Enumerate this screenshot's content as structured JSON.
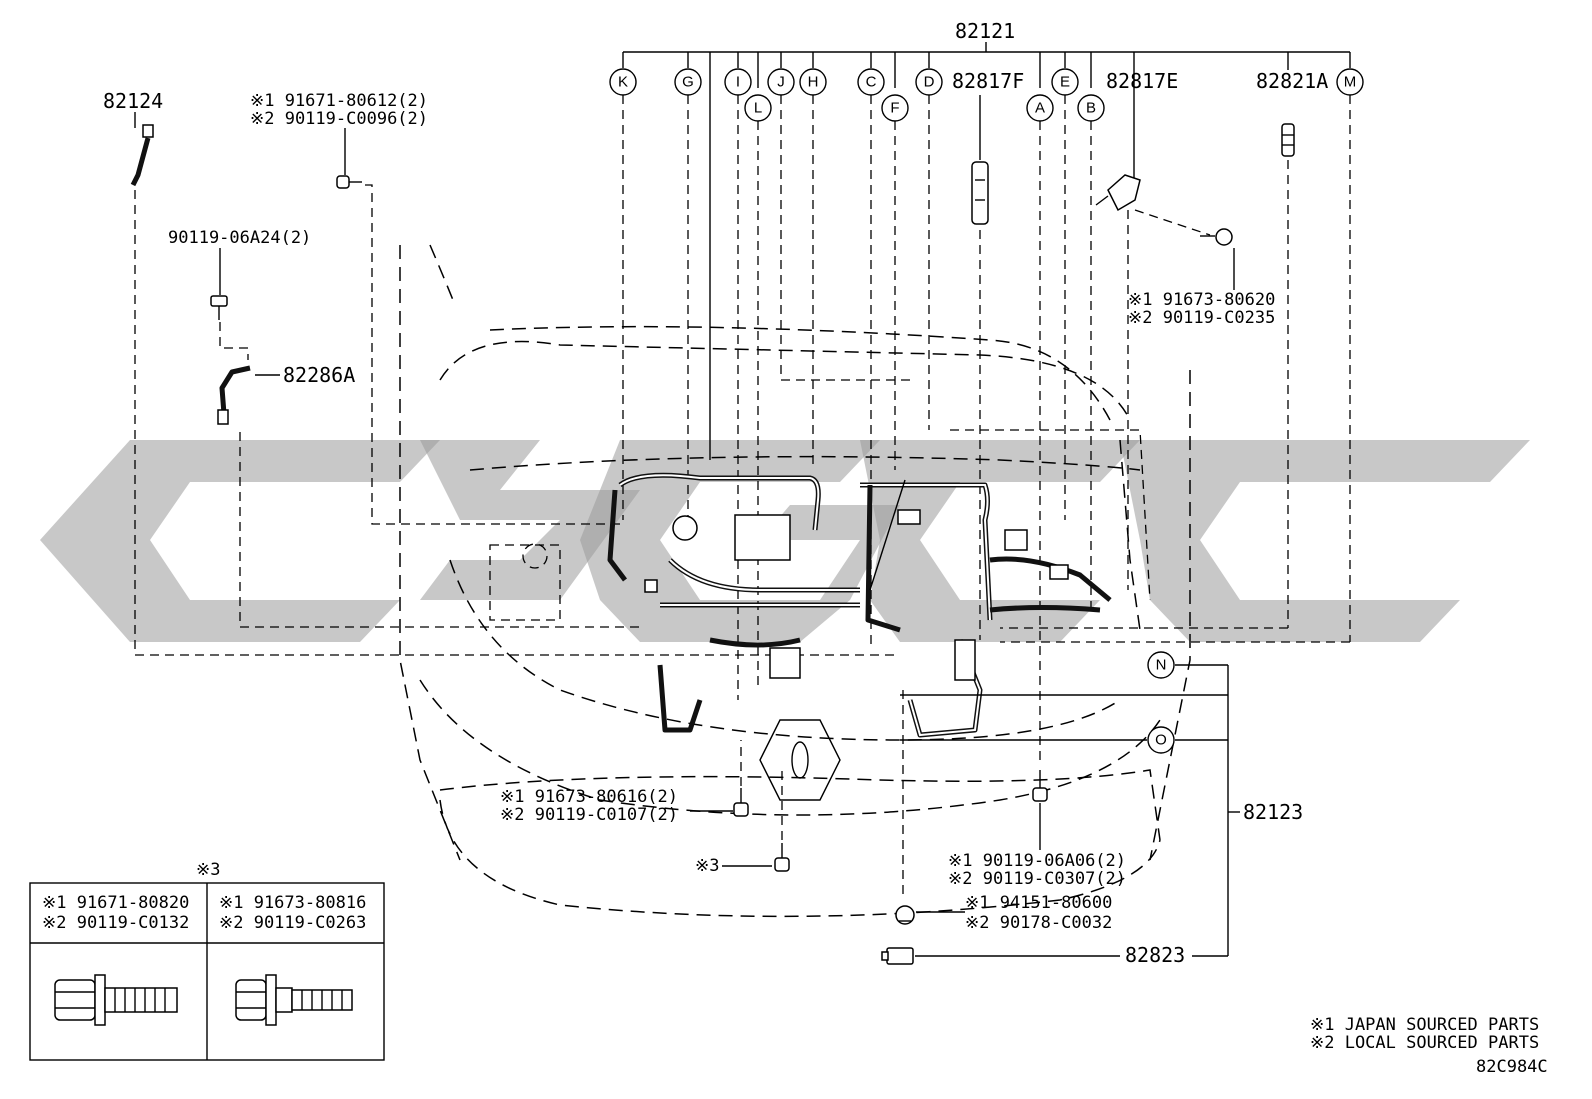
{
  "part_numbers": {
    "main_harness": "82121",
    "harness_left": "82124",
    "harness_small": "82286A",
    "relay_f": "82817F",
    "relay_e": "82817E",
    "connector_a": "82821A",
    "sub_harness": "82123",
    "clamp": "82823"
  },
  "fastener_labels": {
    "top_left": [
      "※1 91671-80612(2)",
      "※2 90119-C0096(2)"
    ],
    "bolt_left": "90119-06A24(2)",
    "right_clip": [
      "※1 91673-80620",
      "※2 90119-C0235"
    ],
    "bottom_center": [
      "※1 91673-80616(2)",
      "※2 90119-C0107(2)"
    ],
    "bottom_ref": "※3",
    "bottom_right": [
      "※1 90119-06A06(2)",
      "※2 90119-C0307(2)"
    ],
    "clip_bottom": [
      "※1 94151-80600",
      "※2 90178-C0032"
    ]
  },
  "connector_letters": [
    "K",
    "G",
    "I",
    "L",
    "J",
    "H",
    "C",
    "F",
    "D",
    "A",
    "E",
    "B",
    "M",
    "N",
    "O"
  ],
  "table": {
    "header": "※3",
    "col1": [
      "※1 91671-80820",
      "※2 90119-C0132"
    ],
    "col2": [
      "※1 91673-80816",
      "※2 90119-C0263"
    ]
  },
  "legend": {
    "line1": "※1 JAPAN SOURCED PARTS",
    "line2": "※2 LOCAL SOURCED PARTS"
  },
  "figure_code": "82C984C"
}
